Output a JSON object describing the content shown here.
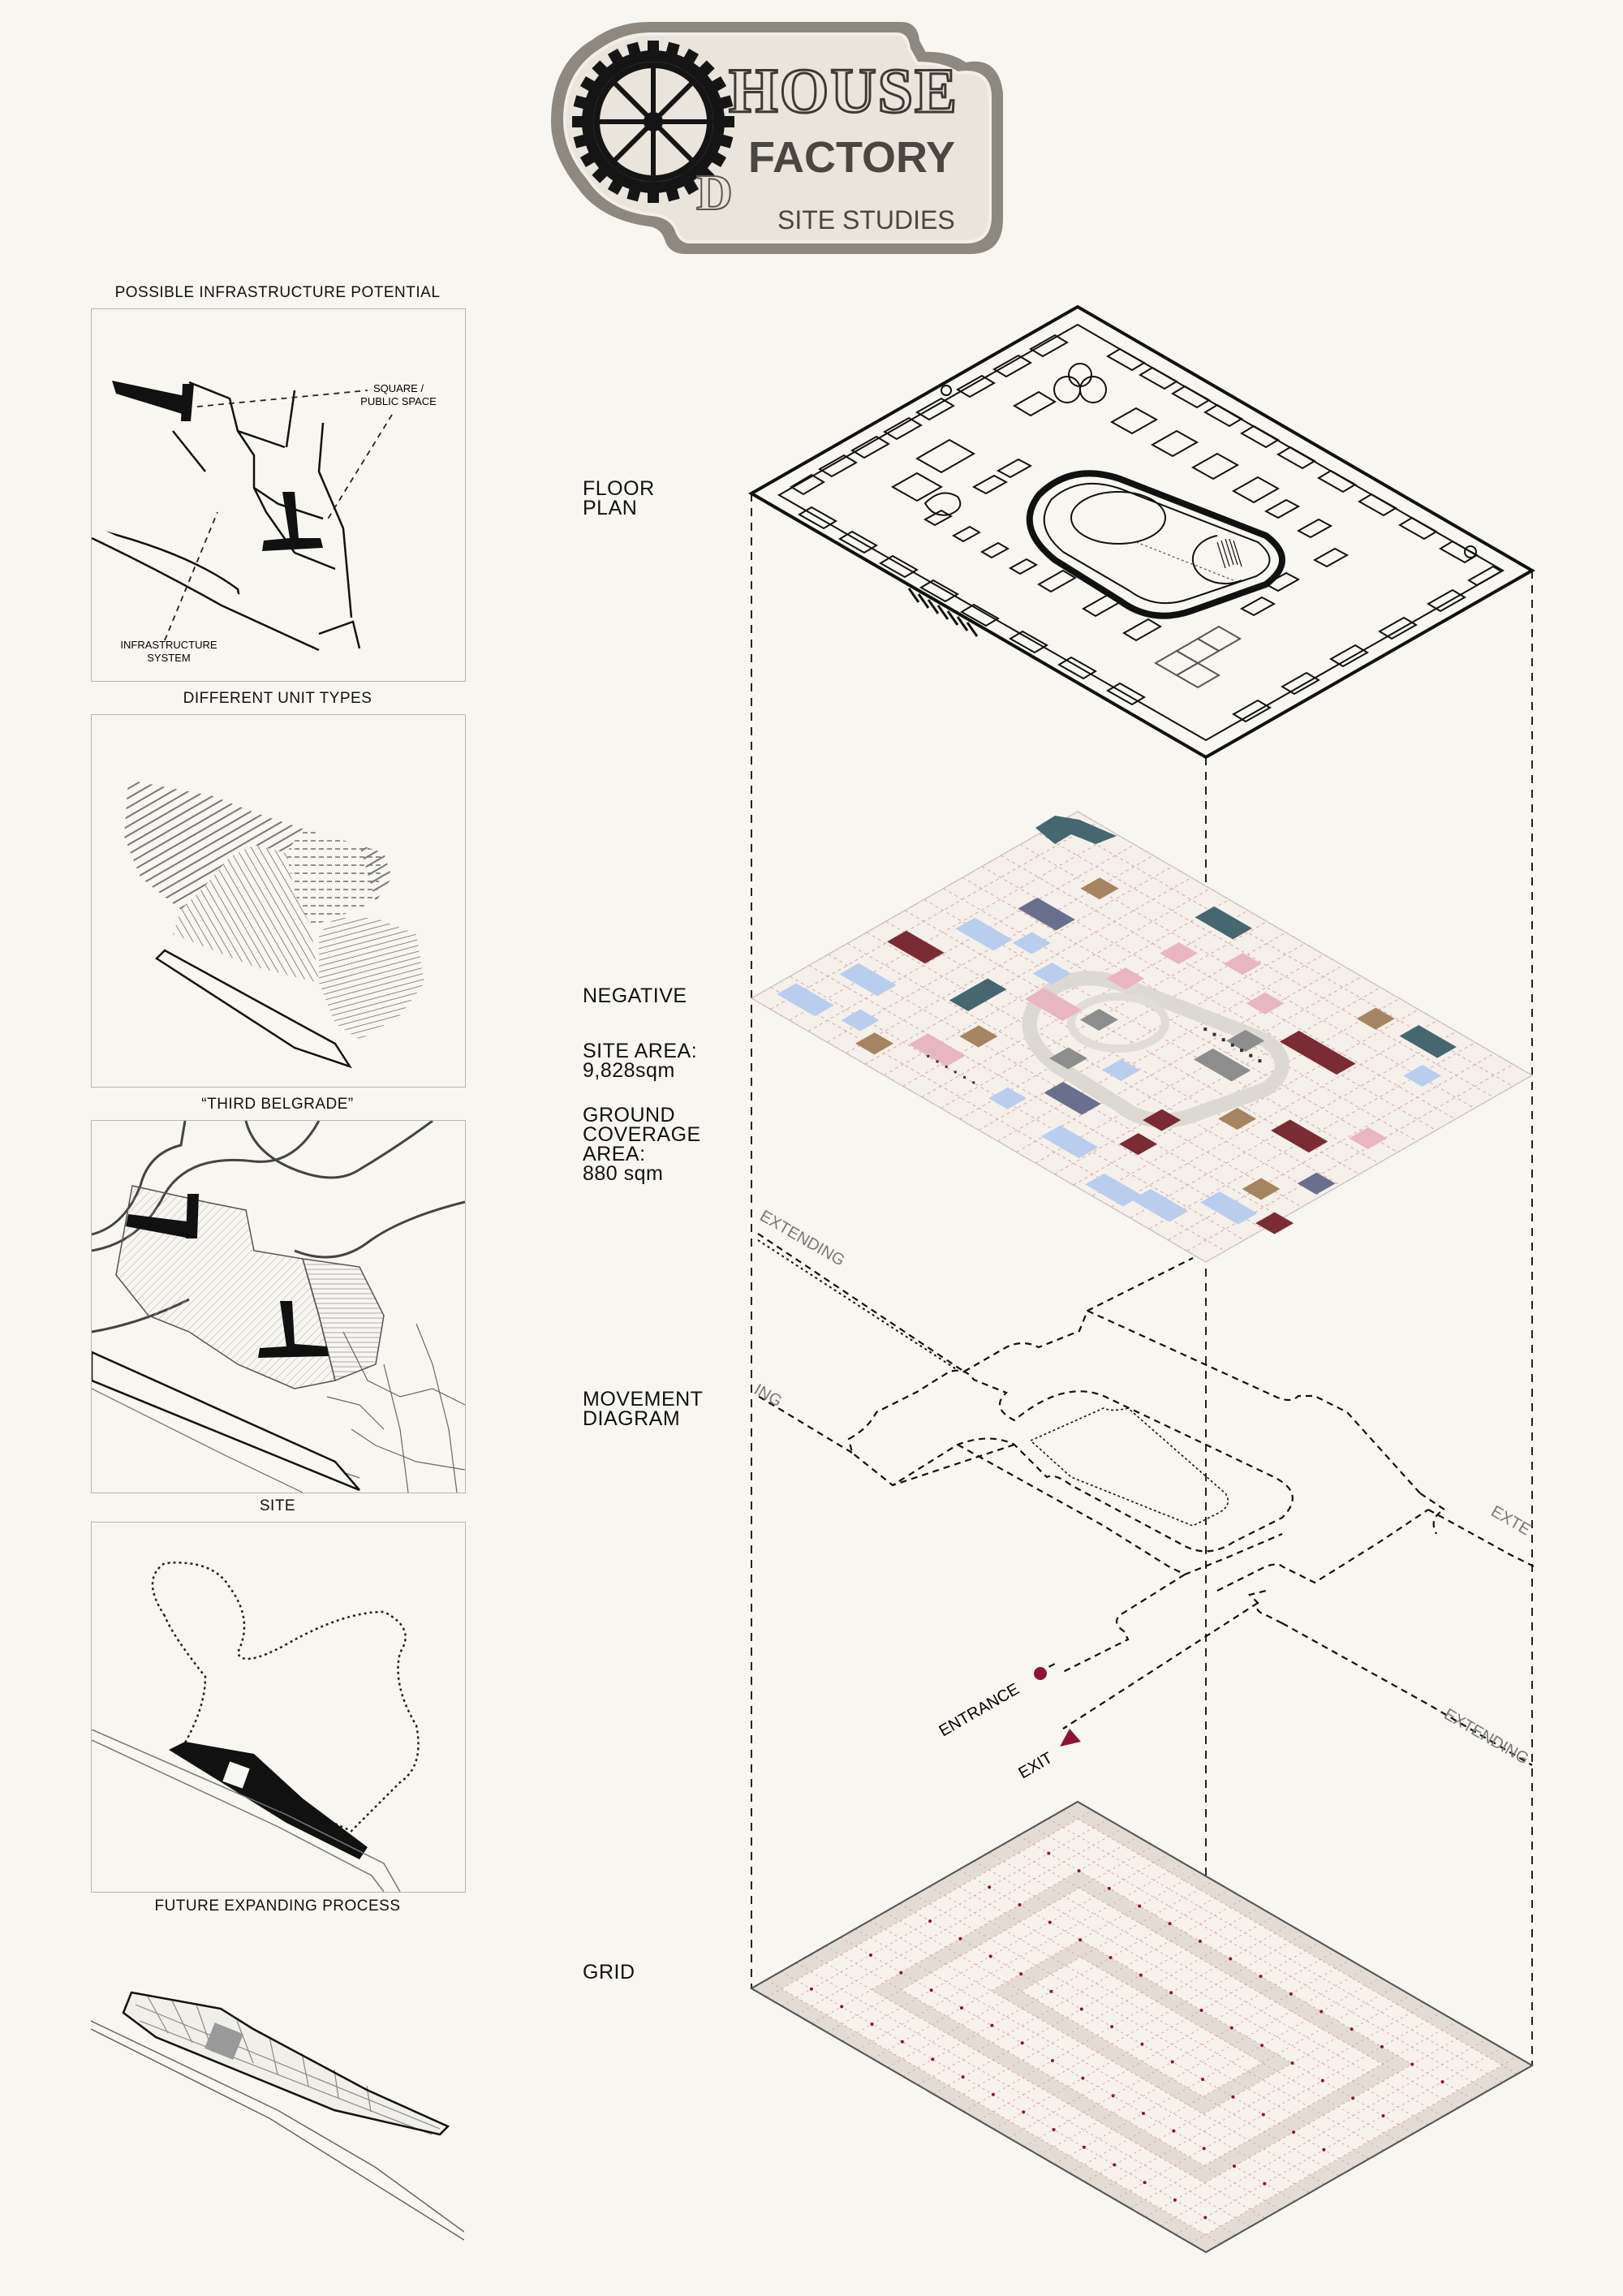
{
  "logo": {
    "line1": "HOUSE",
    "line2": "FACTORY",
    "line3": "SITE STUDIES",
    "letter": "D"
  },
  "panels": {
    "infrastructure": {
      "title": "POSSIBLE INFRASTRUCTURE POTENTIAL",
      "label_square_1": "SQUARE /",
      "label_square_2": "PUBLIC SPACE",
      "label_infra_1": "INFRASTRUCTURE",
      "label_infra_2": "SYSTEM"
    },
    "unit_types": {
      "title": "DIFFERENT UNIT TYPES"
    },
    "belgrade": {
      "title": "“THIRD BELGRADE”"
    },
    "site": {
      "title": "SITE"
    },
    "future": {
      "title": "FUTURE EXPANDING PROCESS"
    }
  },
  "layers": {
    "floor_plan": "FLOOR\nPLAN",
    "negative": "NEGATIVE",
    "site_area": "SITE AREA:\n9,828sqm",
    "ground_coverage": "GROUND\nCOVERAGE\nAREA:\n880 sqm",
    "movement": "MOVEMENT\nDIAGRAM",
    "grid": "GRID"
  },
  "movement": {
    "entrance": "ENTRANCE",
    "exit": "EXIT",
    "extending": "EXTENDING",
    "extending_partial_left": "ING",
    "extending_partial_right": "EXTE"
  },
  "colors": {
    "background": "#f8f6f1",
    "accent": "#8a1538",
    "pink": "#e8b6bf",
    "light_blue": "#b9cdee",
    "maroon": "#7b2b34",
    "teal": "#466670",
    "tan": "#a68461",
    "slate": "#6b6f8e",
    "gray": "#8d8d8d"
  },
  "icons": [
    "gear-icon",
    "entrance-dot-icon",
    "exit-arrow-icon"
  ]
}
